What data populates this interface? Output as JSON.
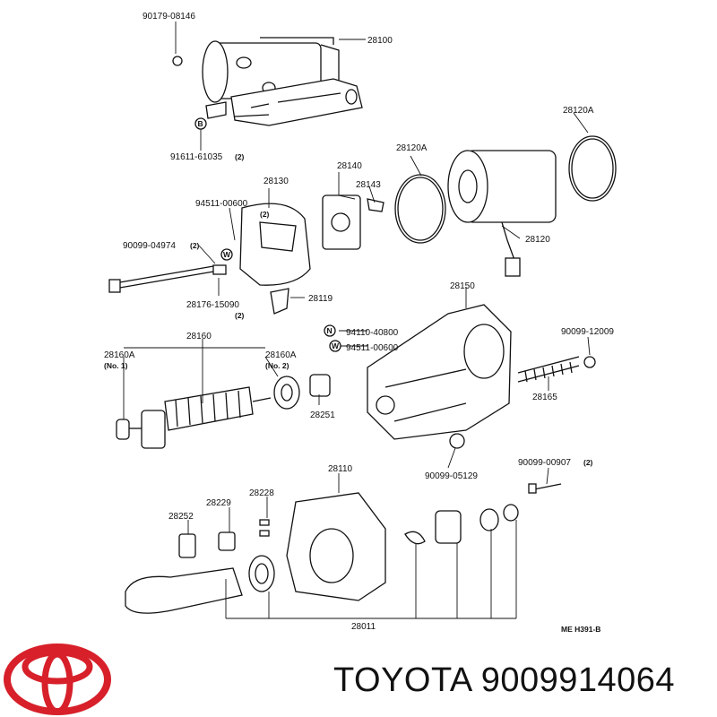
{
  "parts": [
    {
      "id": "p1",
      "text": "90179-08146"
    },
    {
      "id": "p2",
      "text": "28100"
    },
    {
      "id": "p3",
      "text": "91611-61035"
    },
    {
      "id": "p3q",
      "text": "(2)"
    },
    {
      "id": "p4",
      "text": "28120A"
    },
    {
      "id": "p5",
      "text": "28120A"
    },
    {
      "id": "p6",
      "text": "28140"
    },
    {
      "id": "p7",
      "text": "28143"
    },
    {
      "id": "p8",
      "text": "28130"
    },
    {
      "id": "p9",
      "text": "94511-00600"
    },
    {
      "id": "p9q",
      "text": "(2)"
    },
    {
      "id": "p10",
      "text": "90099-04974"
    },
    {
      "id": "p10q",
      "text": "(2)"
    },
    {
      "id": "p11",
      "text": "28120"
    },
    {
      "id": "p12",
      "text": "28176-15090"
    },
    {
      "id": "p12q",
      "text": "(2)"
    },
    {
      "id": "p13",
      "text": "28119"
    },
    {
      "id": "p14",
      "text": "28150"
    },
    {
      "id": "p15",
      "text": "94110-40800"
    },
    {
      "id": "p16",
      "text": "94511-00600"
    },
    {
      "id": "p17",
      "text": "90099-12009"
    },
    {
      "id": "p18",
      "text": "28160"
    },
    {
      "id": "p19",
      "text": "28160A"
    },
    {
      "id": "p19n",
      "text": "(No. 1)"
    },
    {
      "id": "p20",
      "text": "28160A"
    },
    {
      "id": "p20n",
      "text": "(No. 2)"
    },
    {
      "id": "p21",
      "text": "28165"
    },
    {
      "id": "p22",
      "text": "28251"
    },
    {
      "id": "p23",
      "text": "90099-05129"
    },
    {
      "id": "p24",
      "text": "28110"
    },
    {
      "id": "p25",
      "text": "90099-00907"
    },
    {
      "id": "p25q",
      "text": "(2)"
    },
    {
      "id": "p26",
      "text": "28229"
    },
    {
      "id": "p27",
      "text": "28228"
    },
    {
      "id": "p28",
      "text": "28252"
    },
    {
      "id": "p29",
      "text": "28011"
    }
  ],
  "markers": {
    "b": "B",
    "n": "N",
    "w": "W"
  },
  "diagram_code": "ME H391-B",
  "brand": {
    "name": "TOYOTA",
    "part_number": "9009914064",
    "logo_color": "#d7202a"
  },
  "icons": {
    "logo": "toyota-logo-icon"
  }
}
